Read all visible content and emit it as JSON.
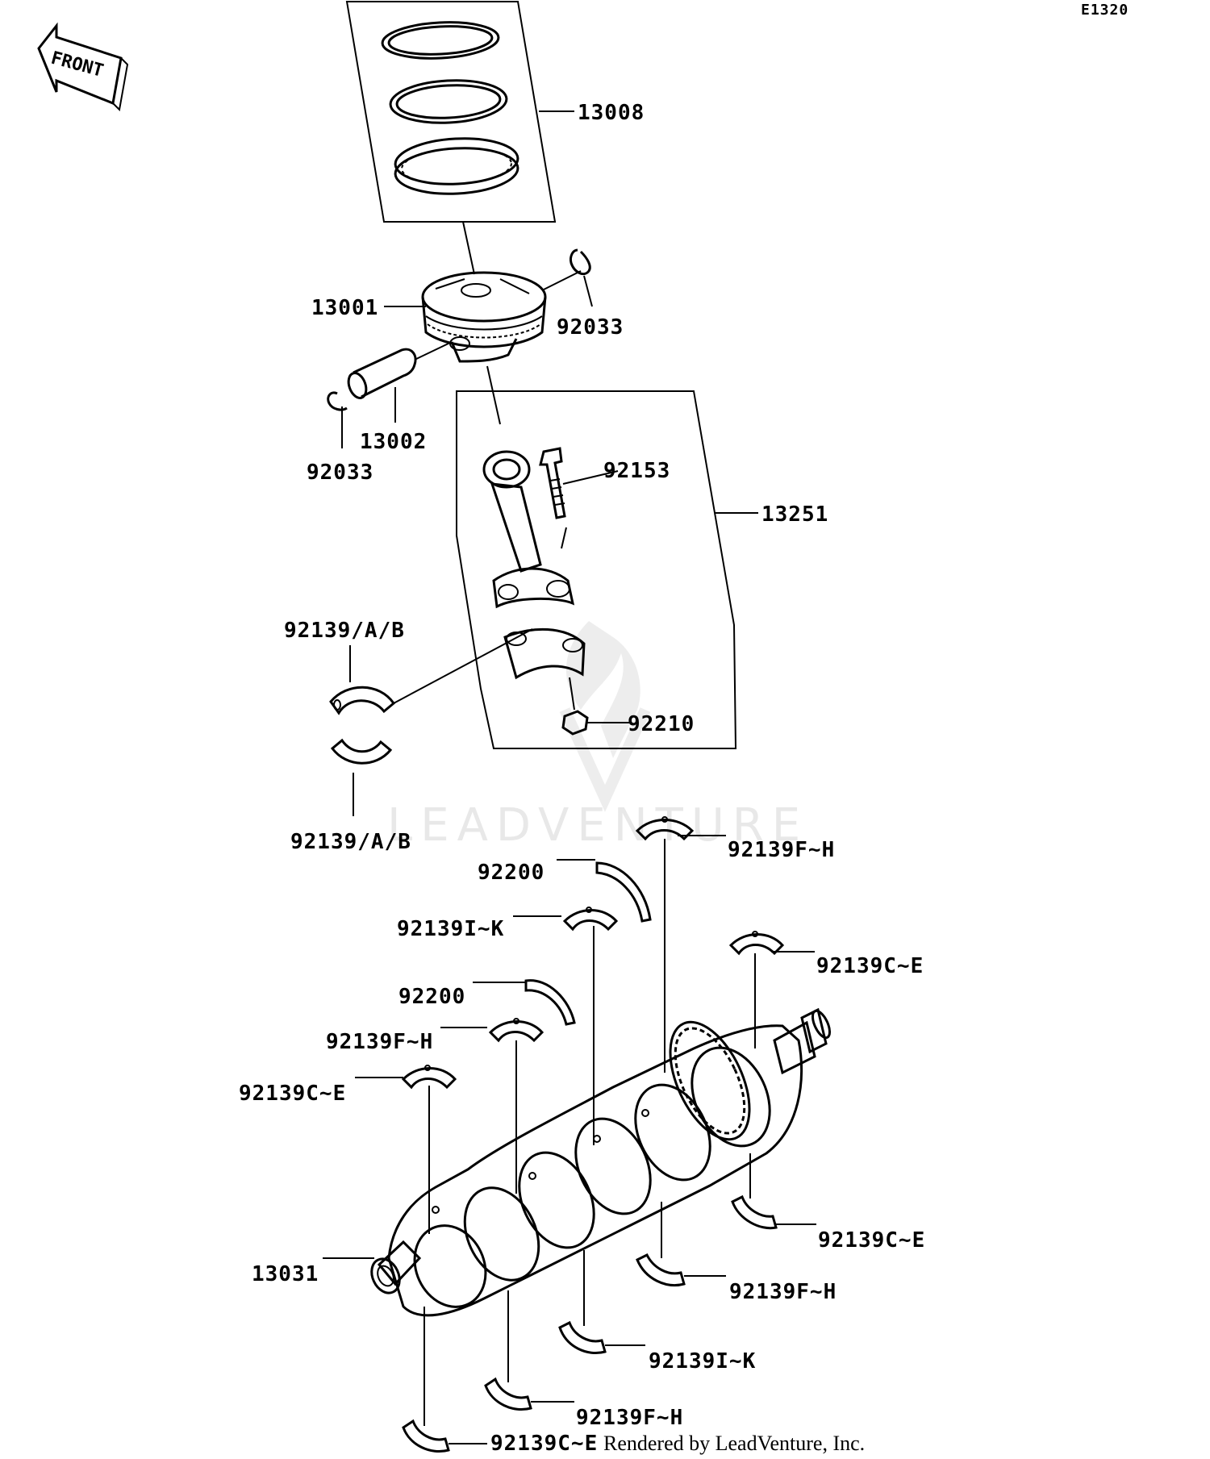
{
  "diagram_code": "E1320",
  "front_label": "FRONT",
  "watermark": "LEADVENTURE",
  "credit": "Rendered by LeadVenture, Inc.",
  "callouts": {
    "p13008": "13008",
    "p13001": "13001",
    "p92033_right": "92033",
    "p13002": "13002",
    "p92033_left": "92033",
    "p92153": "92153",
    "p13251": "13251",
    "p92139ab_top": "92139/A/B",
    "p92210": "92210",
    "p92139ab_bottom": "92139/A/B",
    "p92139fh_1": "92139F~H",
    "p92200_1": "92200",
    "p92139ik_1": "92139I~K",
    "p92139ce_1": "92139C~E",
    "p92200_2": "92200",
    "p92139fh_2": "92139F~H",
    "p92139ce_2": "92139C~E",
    "p13031": "13031",
    "p92139ce_3": "92139C~E",
    "p92139fh_3": "92139F~H",
    "p92139ik_2": "92139I~K",
    "p92139fh_4": "92139F~H",
    "p92139ce_4": "92139C~E"
  }
}
